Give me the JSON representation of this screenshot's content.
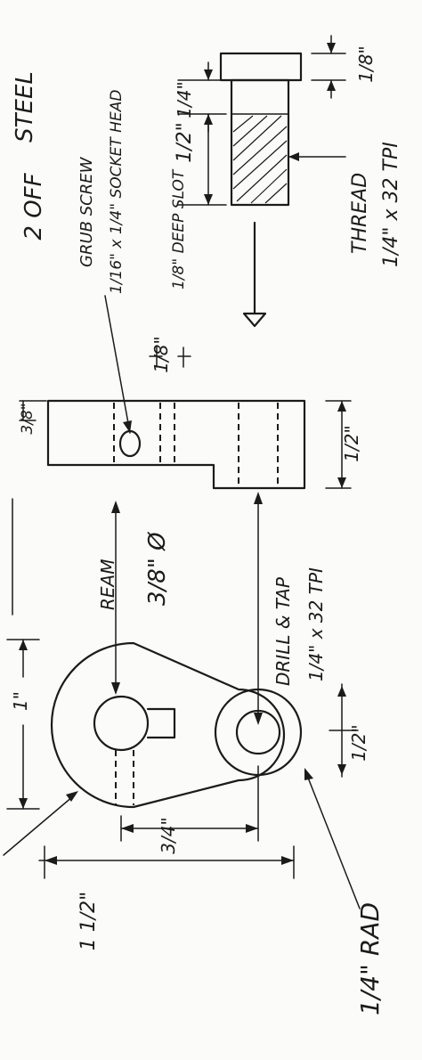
{
  "labels": {
    "material": "STEEL",
    "quantity": "2 OFF",
    "grub_screw": "GRUB SCREW",
    "grub_screw_spec": "1/16\" x 1/4\" SOCKET HEAD",
    "deep_slot": "1/8\" DEEP SLOT",
    "thread": "THREAD",
    "thread_spec": "1/4\" x 32 TPI",
    "ream": "REAM",
    "ream_size": "3/8\" Ø",
    "drill_tap": "DRILL & TAP",
    "drill_tap_spec": "1/4\" x 32 TPI",
    "radius": "1/4\" RAD"
  },
  "dimensions": {
    "head_thickness": "1/8\"",
    "shank_diameter": "1/4\"",
    "shank_length": "1/2\"",
    "slot_depth": "1/8\"",
    "boss_offset": "3/8\"",
    "arm_height": "1/2\"",
    "boss_width": "1\"",
    "hole_spacing": "3/4\"",
    "overall_height": "1 1/2\"",
    "small_boss": "1/2\""
  }
}
